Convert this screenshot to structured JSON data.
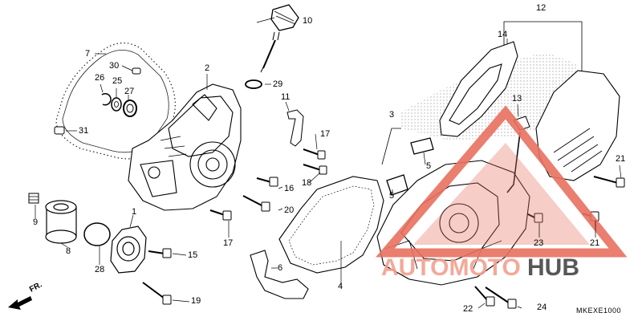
{
  "diagram": {
    "reference_code": "MKEXE1000",
    "direction_label": "FR.",
    "callouts": [
      "1",
      "2",
      "3",
      "4",
      "5",
      "5",
      "6",
      "7",
      "8",
      "9",
      "10",
      "11",
      "12",
      "13",
      "14",
      "15",
      "16",
      "17",
      "17",
      "18",
      "19",
      "20",
      "21",
      "21",
      "22",
      "23",
      "24",
      "25",
      "26",
      "27",
      "28",
      "29",
      "30",
      "31"
    ]
  },
  "watermark": {
    "left": "AUTOMOTO",
    "right": "HUB",
    "color": "#e8705f"
  }
}
